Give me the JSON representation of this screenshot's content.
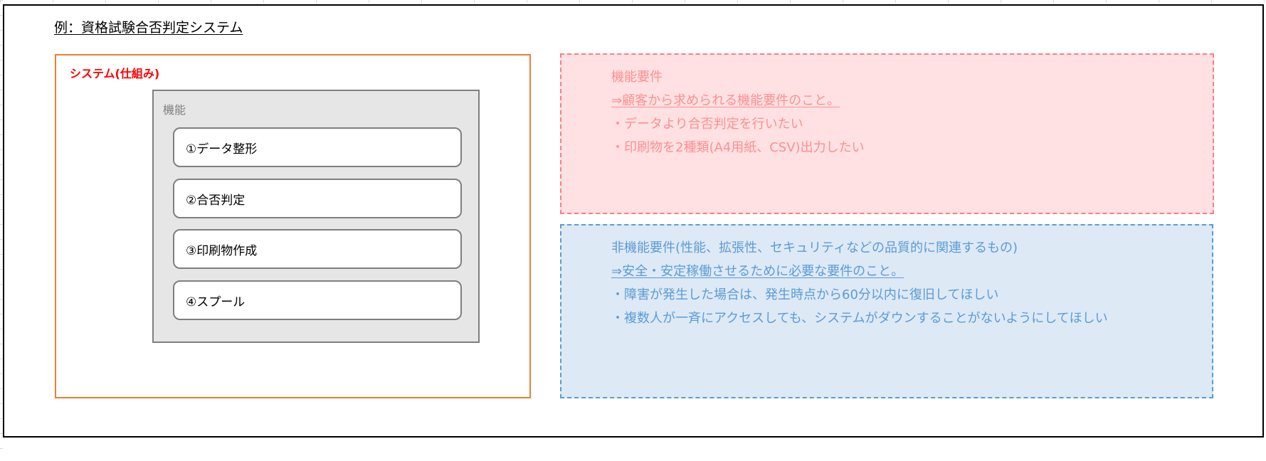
{
  "title": "例：資格試験合否判定システム",
  "system": {
    "label": "システム(仕組み)",
    "function_panel_label": "機能",
    "functions": [
      "①データ整形",
      "②合否判定",
      "③印刷物作成",
      "④スプール"
    ]
  },
  "functional_requirements": {
    "heading": "機能要件",
    "definition": "⇒顧客から求められる機能要件のこと。",
    "items": [
      "・データより合否判定を行いたい",
      "・印刷物を2種類(A4用紙、CSV)出力したい"
    ]
  },
  "nonfunctional_requirements": {
    "heading": "非機能要件(性能、拡張性、セキュリティなどの品質的に関連するもの)",
    "definition": "⇒安全・安定稼働させるために必要な要件のこと。",
    "items": [
      "・障害が発生した場合は、発生時点から60分以内に復旧してほしい",
      "・複数人が一斉にアクセスしても、システムがダウンすることがないようにしてほしい"
    ]
  },
  "colors": {
    "system_border": "#ed7d31",
    "system_label": "#ff0000",
    "functional_fill": "#ffe1e3",
    "functional_border": "#ff7c85",
    "functional_text": "#ff8f8f",
    "nonfunctional_fill": "#dde9f5",
    "nonfunctional_border": "#5b9bd5",
    "nonfunctional_text": "#5b9bd5"
  }
}
